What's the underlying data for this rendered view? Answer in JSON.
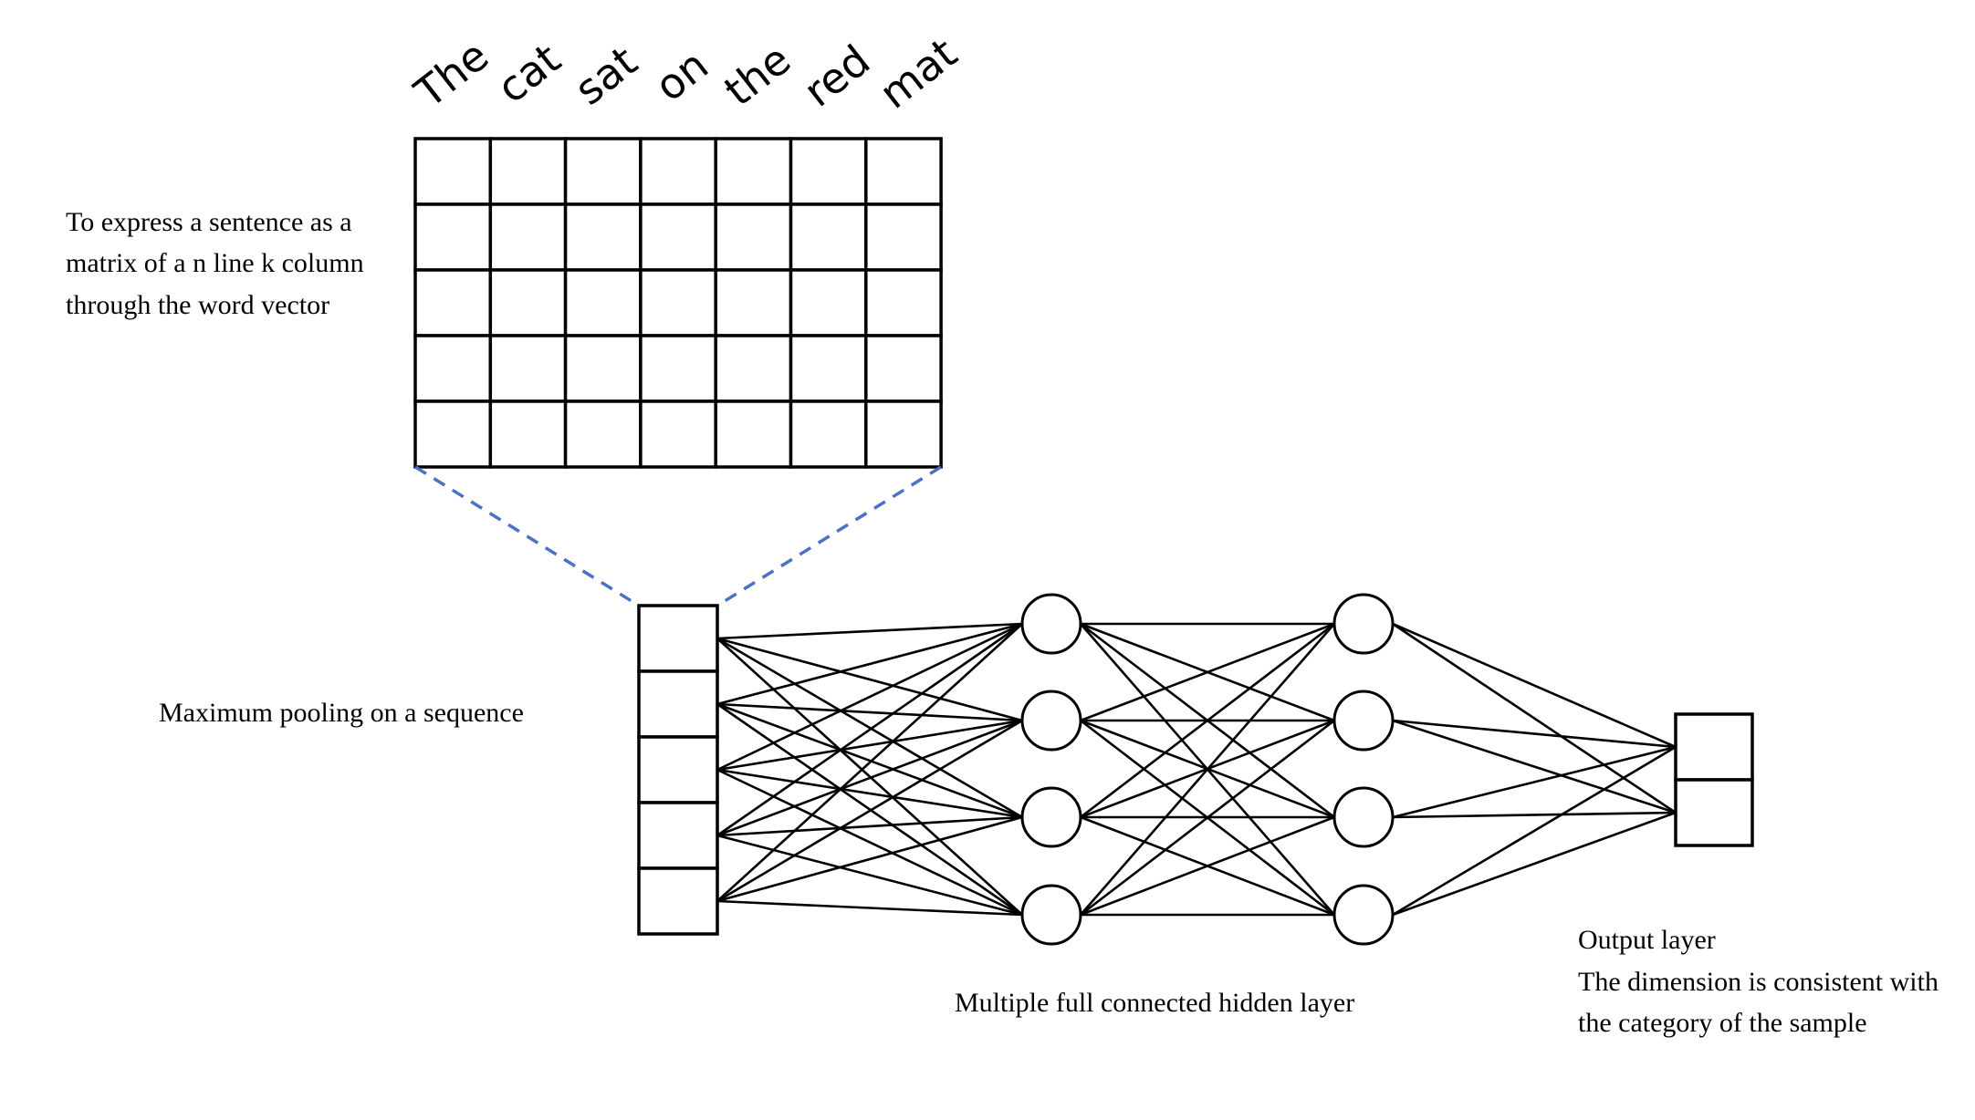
{
  "words": [
    "The",
    "cat",
    "sat",
    "on",
    "the",
    "red",
    "mat"
  ],
  "matrix": {
    "rows": 5,
    "cols": 7
  },
  "pooling_vector": {
    "cells": 5
  },
  "hidden_layers": [
    {
      "nodes": 4
    },
    {
      "nodes": 4
    }
  ],
  "output_layer": {
    "cells": 2
  },
  "labels": {
    "matrix_caption": [
      "To express a sentence as a",
      "matrix of a n line k column",
      "through the word vector"
    ],
    "pooling_caption": "Maximum pooling on a sequence",
    "hidden_caption": "Multiple full connected hidden layer",
    "output_caption": [
      "Output layer",
      "The dimension is consistent with",
      "the category of the sample"
    ]
  },
  "colors": {
    "lines": "#000000",
    "dashed_projection": "#4a72c4",
    "background": "#ffffff"
  }
}
